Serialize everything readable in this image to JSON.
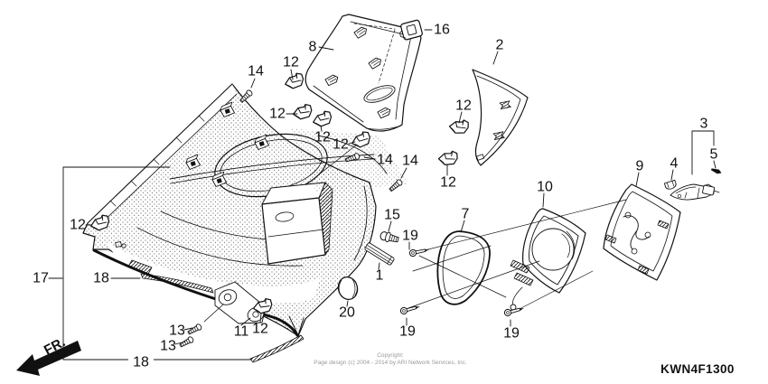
{
  "page": {
    "background": "#ffffff",
    "ink": "#111111",
    "muted_text": "#9a9a9a"
  },
  "diagram": {
    "code": "KWN4F1300",
    "direction_label": "FR.",
    "copyright_line1": "Copyright:",
    "copyright_line2": "Page design (c) 2004 - 2014 by ARI Network Services, Inc.",
    "callouts": [
      "8",
      "16",
      "2",
      "14",
      "12",
      "12",
      "12",
      "12",
      "14",
      "14",
      "12",
      "12",
      "3",
      "5",
      "4",
      "9",
      "10",
      "7",
      "15",
      "19",
      "12",
      "17",
      "18",
      "1",
      "20",
      "11",
      "12",
      "13",
      "13",
      "18",
      "19",
      "19"
    ]
  }
}
